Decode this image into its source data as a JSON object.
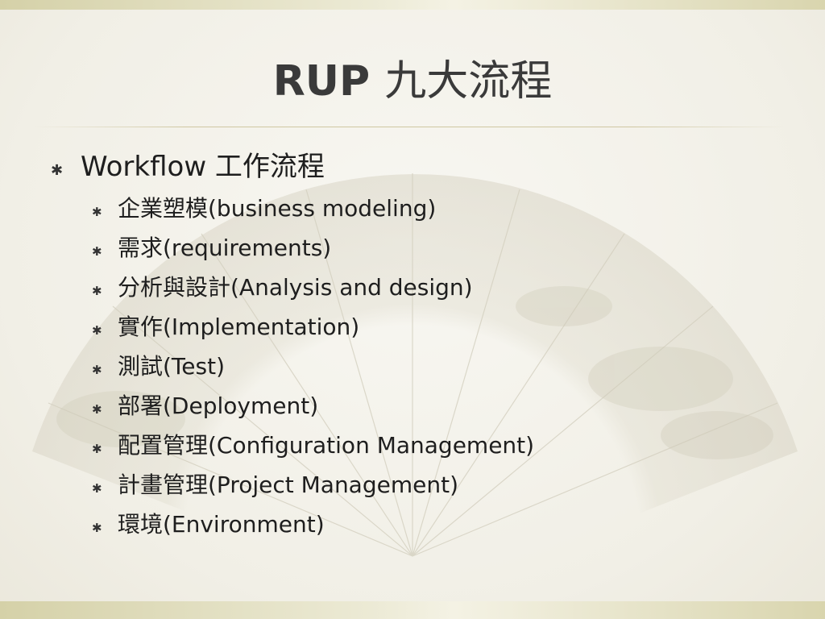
{
  "slide": {
    "title_latin": "RUP",
    "title_cjk": "九大流程",
    "bullet_glyph": "✱",
    "main_bullet": "Workflow 工作流程",
    "sub_bullets": [
      "企業塑模(business modeling)",
      "需求(requirements)",
      "分析與設計(Analysis and design)",
      "實作(Implementation)",
      "測試(Test)",
      "部署(Deployment)",
      "配置管理(Configuration Management)",
      "計畫管理(Project Management)",
      "環境(Environment)"
    ]
  },
  "colors": {
    "background": "#f3f1e9",
    "band": "#d5d1a8",
    "title": "#3a3a3a",
    "text": "#1e1e1e"
  }
}
